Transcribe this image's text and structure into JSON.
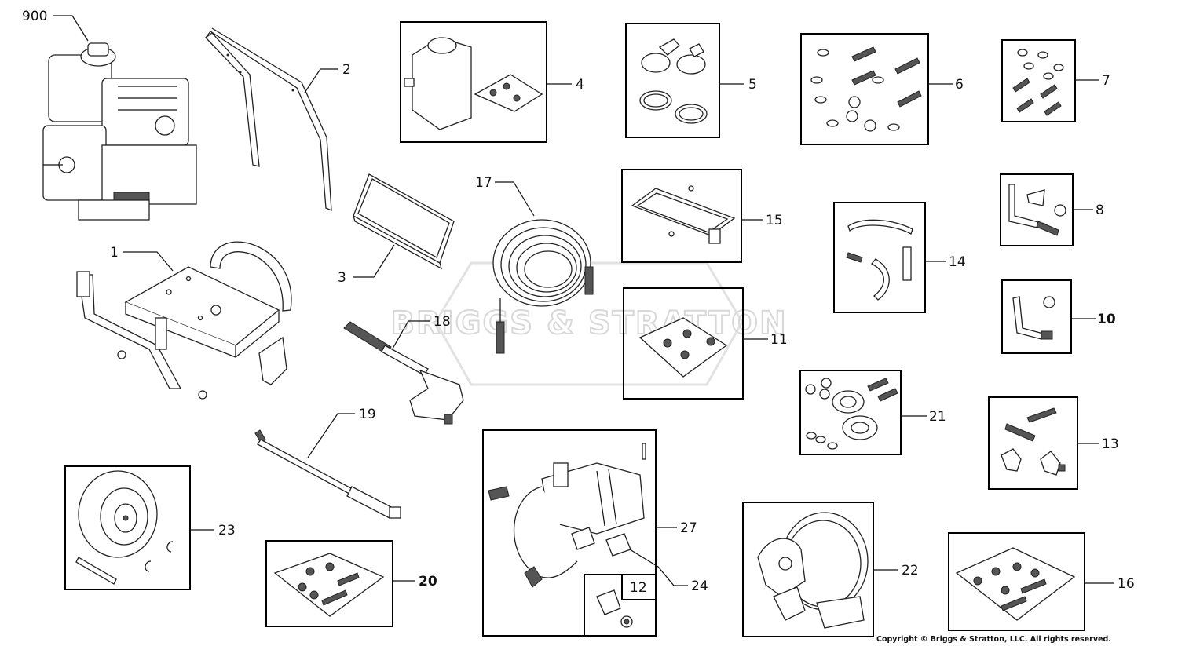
{
  "watermark": "BRIGGS & STRATTON",
  "copyright": "Copyright © Briggs & Stratton, LLC. All rights reserved.",
  "callouts": {
    "c900": "900",
    "c1": "1",
    "c2": "2",
    "c3": "3",
    "c4": "4",
    "c5": "5",
    "c6": "6",
    "c7": "7",
    "c8": "8",
    "c10": "10",
    "c11": "11",
    "c12": "12",
    "c13": "13",
    "c14": "14",
    "c15": "15",
    "c16": "16",
    "c17": "17",
    "c18": "18",
    "c19": "19",
    "c20": "20",
    "c21": "21",
    "c22": "22",
    "c23": "23",
    "c24": "24",
    "c27": "27"
  }
}
